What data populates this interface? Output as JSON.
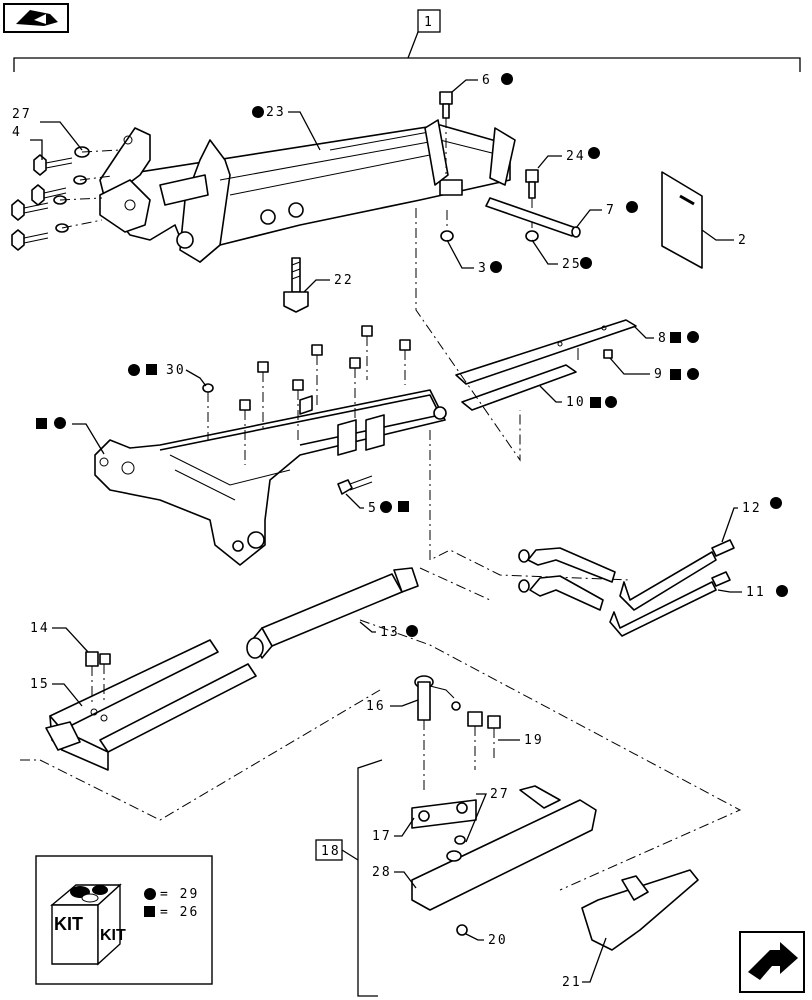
{
  "assembly_label": "1",
  "callouts": {
    "c1": "1",
    "c2": "2",
    "c3": "3",
    "c4": "4",
    "c5": "5",
    "c6": "6",
    "c7": "7",
    "c8": "8",
    "c9": "9",
    "c10": "10",
    "c11": "11",
    "c12": "12",
    "c13": "13",
    "c14": "14",
    "c15": "15",
    "c16": "16",
    "c17": "17",
    "c18": "18",
    "c19": "19",
    "c20": "20",
    "c21": "21",
    "c22": "22",
    "c23": "23",
    "c24": "24",
    "c25": "25",
    "c27a": "27",
    "c27b": "27",
    "c28": "28",
    "c30": "30"
  },
  "kit_legend": {
    "kit_text_1": "KIT",
    "kit_text_2": "KIT",
    "circle_eq": "= 29",
    "square_eq": "= 26"
  },
  "nav": {
    "prev_icon": "book-arrow-icon",
    "next_icon": "next-arrow-icon"
  }
}
